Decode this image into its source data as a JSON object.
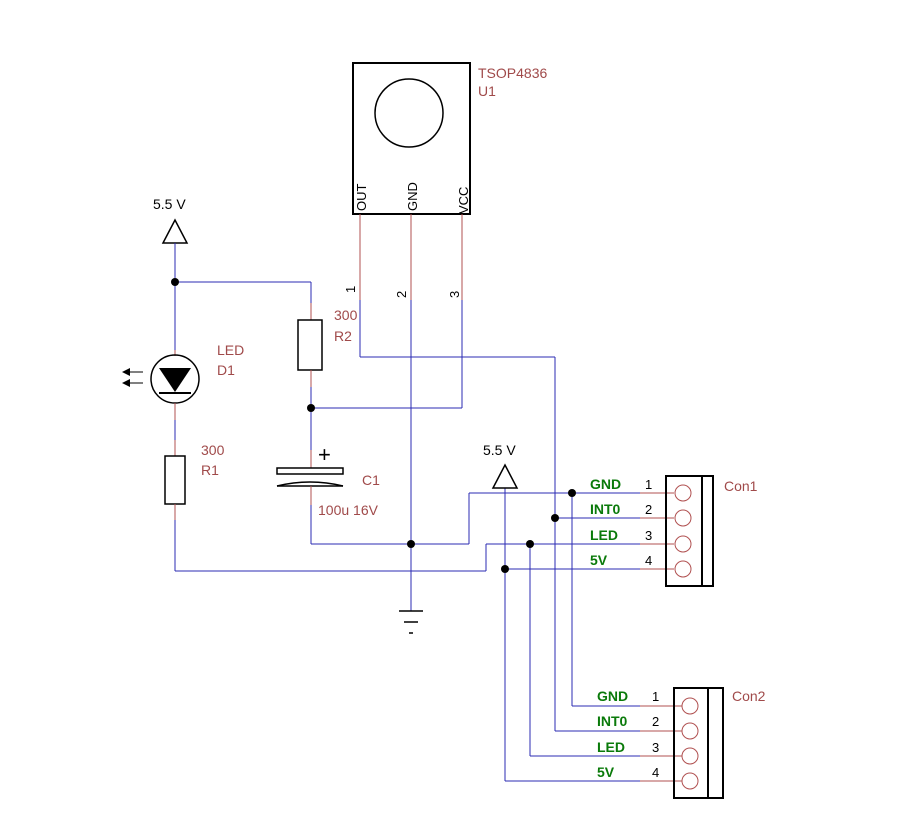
{
  "u1": {
    "part": "TSOP4836",
    "ref": "U1",
    "pins": [
      "OUT",
      "GND",
      "VCC"
    ],
    "pin_numbers": [
      "1",
      "2",
      "3"
    ]
  },
  "power": {
    "left": "5.5 V",
    "right": "5.5 V"
  },
  "led": {
    "name": "LED",
    "ref": "D1"
  },
  "r1": {
    "value": "300",
    "ref": "R1"
  },
  "r2": {
    "value": "300",
    "ref": "R2"
  },
  "c1": {
    "ref": "C1",
    "value": "100u 16V",
    "polarity": "+"
  },
  "con1": {
    "ref": "Con1",
    "nets": [
      "GND",
      "INT0",
      "LED",
      "5V"
    ],
    "pins": [
      "1",
      "2",
      "3",
      "4"
    ]
  },
  "con2": {
    "ref": "Con2",
    "nets": [
      "GND",
      "INT0",
      "LED",
      "5V"
    ],
    "pins": [
      "1",
      "2",
      "3",
      "4"
    ]
  },
  "colors": {
    "wire": "#2b2bb3",
    "label": "#a04a4a",
    "net_label": "#0a7a0a"
  }
}
